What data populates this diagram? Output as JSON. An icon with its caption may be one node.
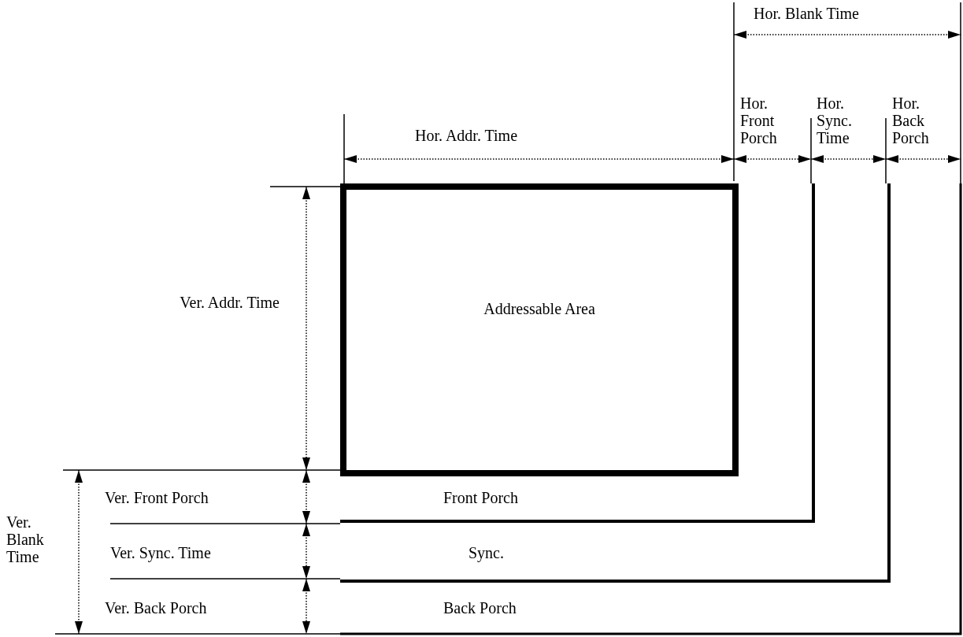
{
  "diagram": {
    "nodes": [
      {
        "text": [
          "Addressable Area"
        ]
      }
    ],
    "edges": [],
    "labels": [
      "Hor. Blank Time",
      "Hor. Front Porch",
      "Hor. Sync. Time",
      "Hor. Back Porch",
      "Hor. Addr. Time",
      "Ver. Addr. Time",
      "Ver. Front Porch",
      "Front Porch",
      "Ver. Blank Time",
      "Ver. Sync. Time",
      "Sync.",
      "Ver. Back Porch",
      "Back Porch"
    ]
  }
}
